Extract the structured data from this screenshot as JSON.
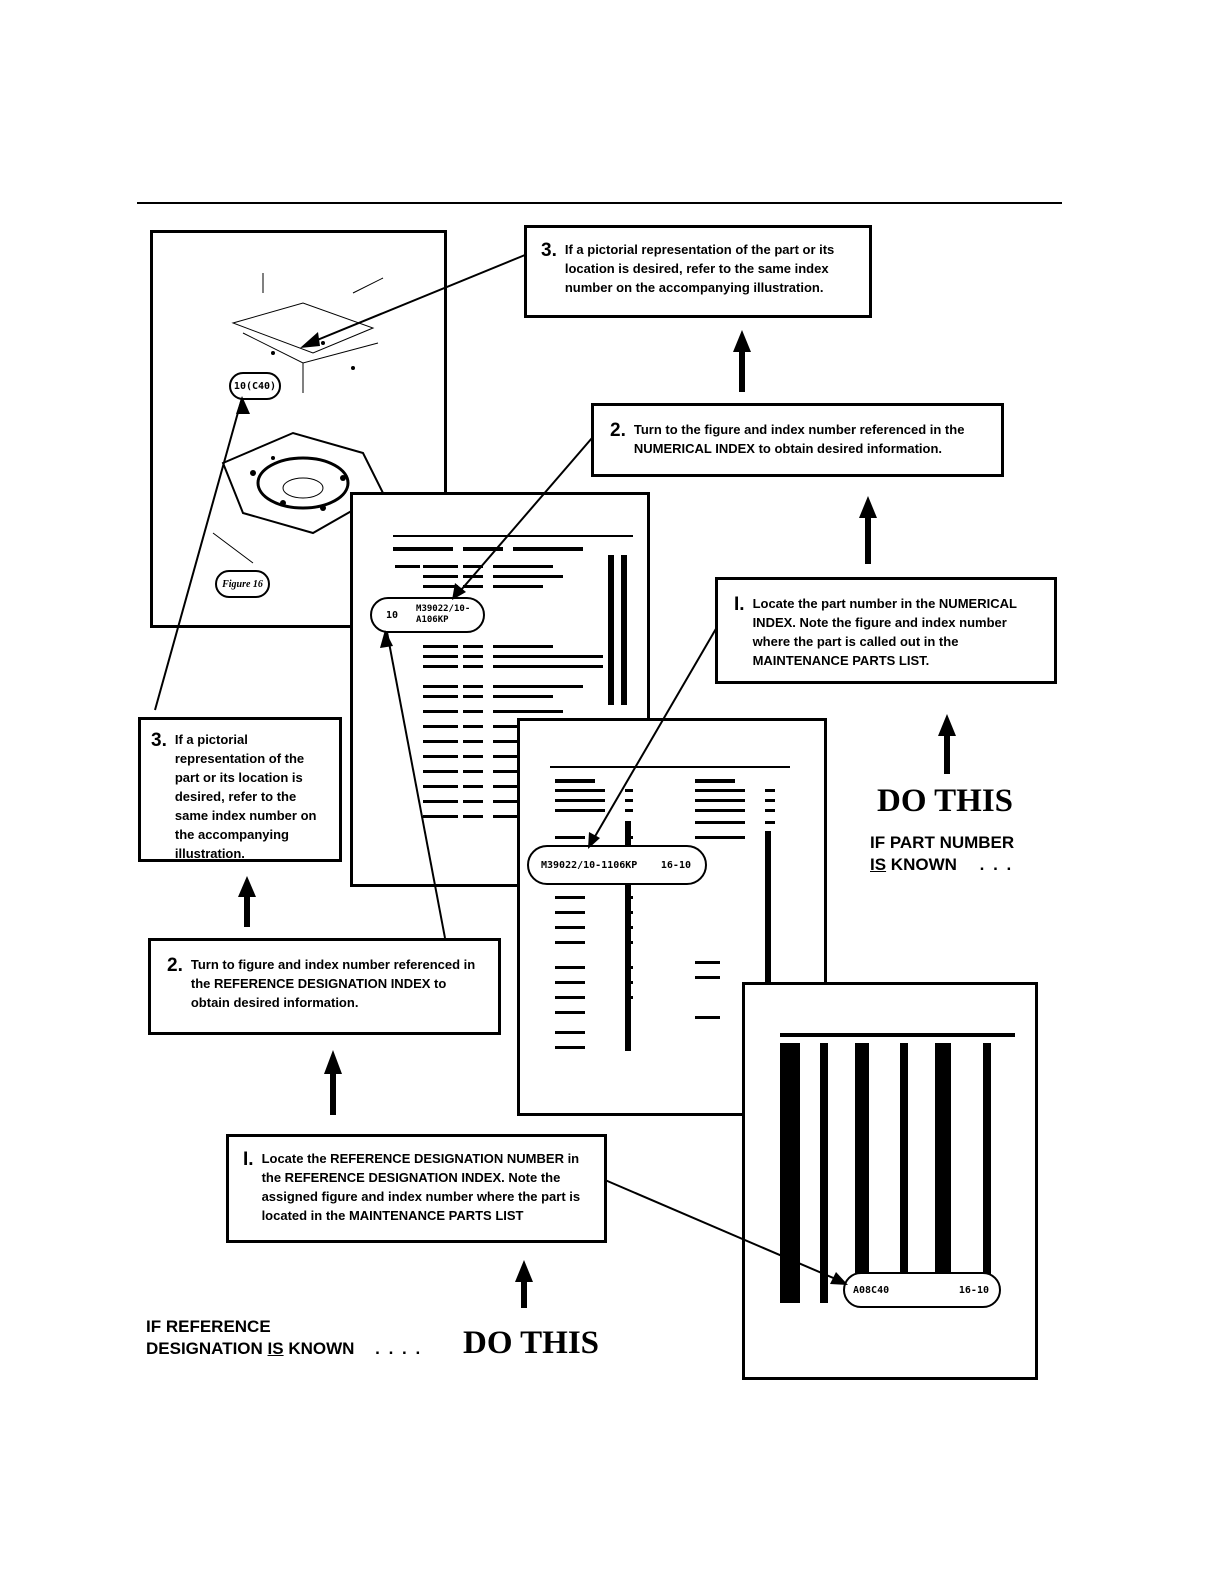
{
  "callouts": {
    "top_step3": {
      "num": "3.",
      "text": "If a pictorial representation of the part or its location is desired, refer to the same index number on the accompanying illustration."
    },
    "top_step2": {
      "num": "2.",
      "text": "Turn to the figure and index number referenced in the NUMERICAL INDEX to obtain desired information."
    },
    "top_step1": {
      "num": "I.",
      "text": "Locate the part number in the NUMERICAL INDEX. Note the figure and index number where the part is called out in the MAINTENANCE PARTS LIST."
    },
    "left_step3": {
      "num": "3.",
      "text": "If a pictorial representation of the part or its location is desired, refer to the same index number on the accompanying illustration."
    },
    "left_step2": {
      "num": "2.",
      "text": "Turn to figure and index number referenced in the REFERENCE DESIGNATION INDEX to obtain desired information."
    },
    "bottom_step1": {
      "num": "I.",
      "text": "Locate the REFERENCE DESIGNATION NUMBER in the REFERENCE DESIGNATION INDEX. Note the assigned figure and index number where the part is located in the MAINTENANCE PARTS LIST"
    }
  },
  "right_condition": {
    "do_this": "DO THIS",
    "line1": "IF PART NUMBER",
    "line2_is": "IS",
    "line2_rest": " KNOWN",
    "dots": ". . ."
  },
  "left_condition": {
    "line1": "IF REFERENCE",
    "line2_pre": "DESIGNATION ",
    "line2_is": "IS",
    "line2_rest": " KNOWN",
    "dots": ". . . .",
    "do_this": "DO THIS"
  },
  "ovals": {
    "illustration_index": "10(C40)",
    "figure_label": "Figure 16",
    "parts_list_entry_index": "10",
    "parts_list_entry_part": "M39022/10-A106KP",
    "numerical_index_entry_part": "M39022/10-1106KP",
    "numerical_index_entry_ref": "16-10",
    "ref_des_entry_ref": "A08C40",
    "ref_des_entry_fig": "16-10"
  }
}
